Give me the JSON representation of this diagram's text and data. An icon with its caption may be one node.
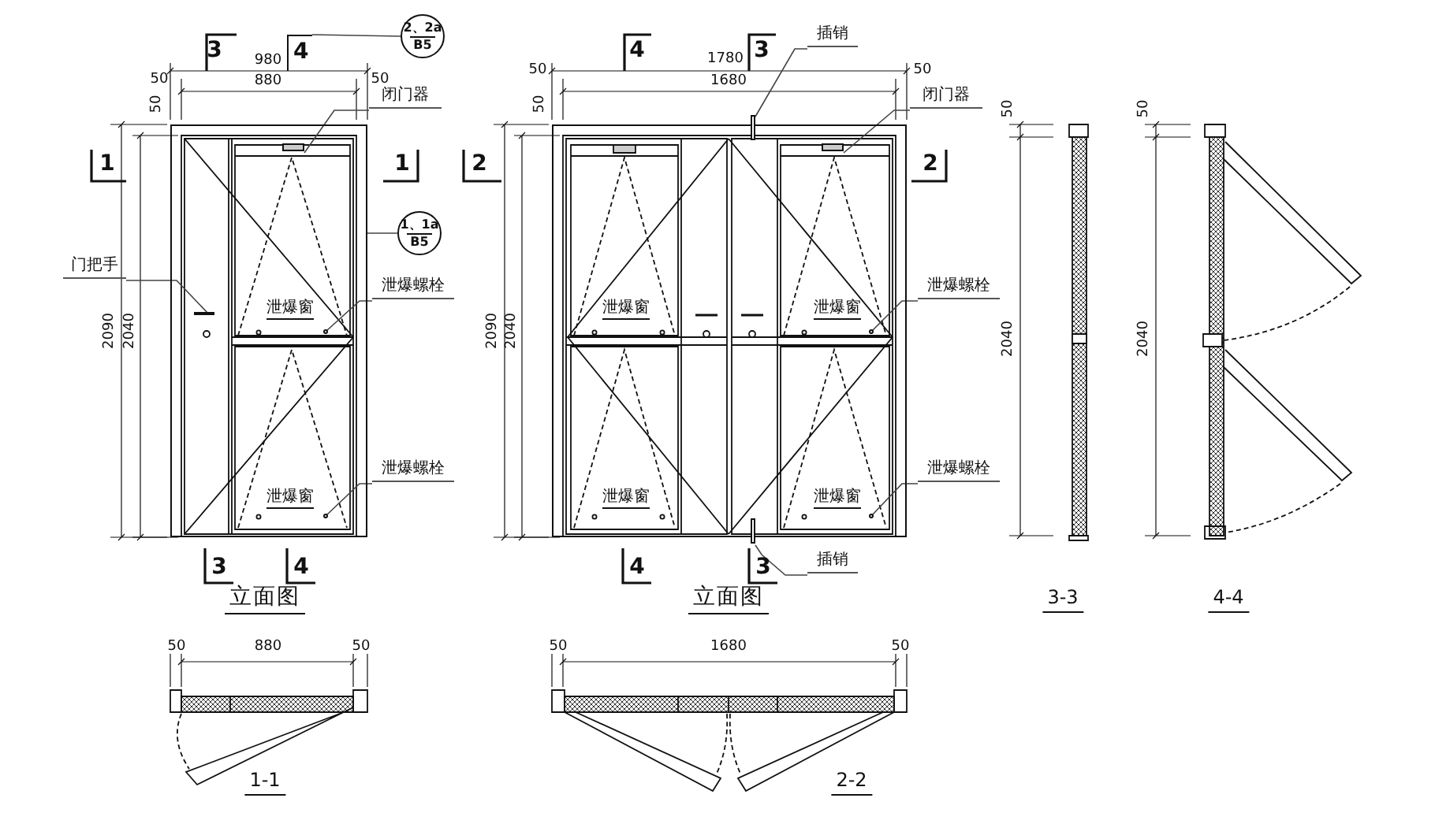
{
  "diagram": {
    "nodes": [
      {
        "text": [
          "2、2a",
          "B5"
        ]
      },
      {
        "text": [
          "闭门器"
        ]
      },
      {
        "text": [
          "1、1a",
          "B5"
        ]
      },
      {
        "text": [
          "门把手"
        ]
      },
      {
        "text": [
          "泄爆螺栓"
        ]
      },
      {
        "text": [
          "泄爆螺栓"
        ]
      },
      {
        "text": [
          "插销"
        ]
      },
      {
        "text": [
          "闭门器"
        ]
      },
      {
        "text": [
          "泄爆螺栓"
        ]
      },
      {
        "text": [
          "泄爆螺栓"
        ]
      },
      {
        "text": [
          "插销"
        ]
      },
      {
        "text": [
          "4"
        ]
      },
      {
        "text": [],
        "shape": "box"
      },
      {
        "text": [],
        "shape": "box",
        "in": 12
      },
      {
        "text": [],
        "shape": "bar",
        "in": 12
      },
      {
        "text": [],
        "shape": "circle",
        "in": 12
      },
      {
        "text": [],
        "shape": "circle",
        "in": 12
      },
      {
        "text": [],
        "shape": "box"
      },
      {
        "text": [],
        "shape": "bar",
        "in": 17
      },
      {
        "text": [],
        "shape": "box",
        "in": 17
      },
      {
        "text": [],
        "shape": "circle",
        "in": 17
      },
      {
        "text": [],
        "shape": "circle",
        "in": 17
      },
      {
        "text": [],
        "shape": "bar",
        "in": 17
      }
    ],
    "edges": [
      {
        "from": 0,
        "to": 11,
        "arrow": "none"
      },
      {
        "from": 1,
        "to": 13,
        "arrow": "none"
      },
      {
        "from": 2,
        "to": 12,
        "arrow": "none"
      },
      {
        "from": 3,
        "to": 14,
        "arrow": "none"
      },
      {
        "from": 4,
        "to": 15,
        "arrow": "none"
      },
      {
        "from": 5,
        "to": 16,
        "arrow": "none"
      },
      {
        "from": 6,
        "to": 18,
        "arrow": "none"
      },
      {
        "from": 7,
        "to": 19,
        "arrow": "none"
      },
      {
        "from": 8,
        "to": 20,
        "arrow": "none"
      },
      {
        "from": 9,
        "to": 21,
        "arrow": "none"
      },
      {
        "from": 10,
        "to": 22,
        "arrow": "none"
      }
    ],
    "labels": [
      "3",
      "980",
      "50",
      "880",
      "50",
      "50",
      "1",
      "1",
      "泄爆窗",
      "2090",
      "2040",
      "泄爆窗",
      "3",
      "4",
      "立面图",
      "4",
      "3",
      "1780",
      "50",
      "50",
      "1680",
      "50",
      "2",
      "2",
      "泄爆窗",
      "泄爆窗",
      "2090",
      "2040",
      "泄爆窗",
      "泄爆窗",
      "4",
      "3",
      "立面图",
      "50",
      "2040",
      "50",
      "2040",
      "3-3",
      "4-4",
      "50",
      "880",
      "50",
      "1-1",
      "50",
      "1680",
      "50",
      "2-2"
    ]
  }
}
